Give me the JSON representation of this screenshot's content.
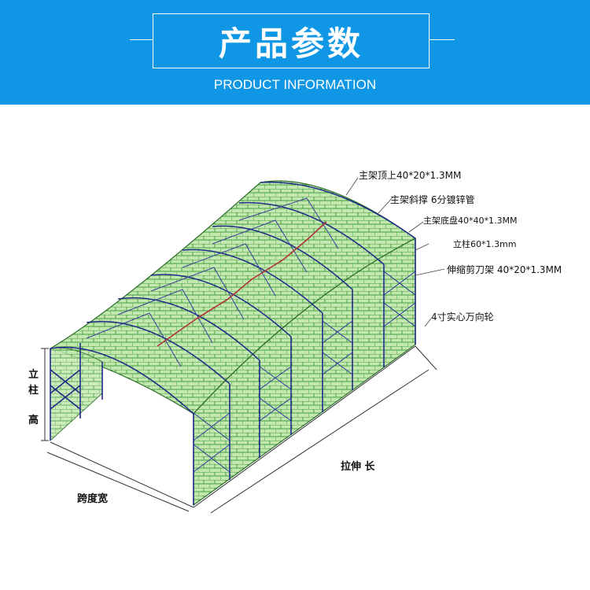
{
  "header": {
    "title": "产品参数",
    "subtitle": "PRODUCT INFORMATION",
    "background_color": "#0f96e4"
  },
  "diagram": {
    "callouts": {
      "top_frame": "主架顶上40*20*1.3MM",
      "diagonal_brace": "主架斜撑 6分镀锌管",
      "base_frame": "主架底盘40*40*1.3MM",
      "column": "立柱60*1.3mm",
      "scissor_frame": "伸缩剪刀架 40*20*1.3MM",
      "wheel": "4寸实心万向轮"
    },
    "dimensions": {
      "column_height_line1": "立",
      "column_height_line2": "柱",
      "column_height_line3": "高",
      "span_width": "跨度宽",
      "extension_length": "拉伸 长"
    },
    "colors": {
      "cover": "#b9e3a4",
      "mesh": "#4aa042",
      "frame": "#1f2a88",
      "ridge": "#b0303a"
    }
  }
}
